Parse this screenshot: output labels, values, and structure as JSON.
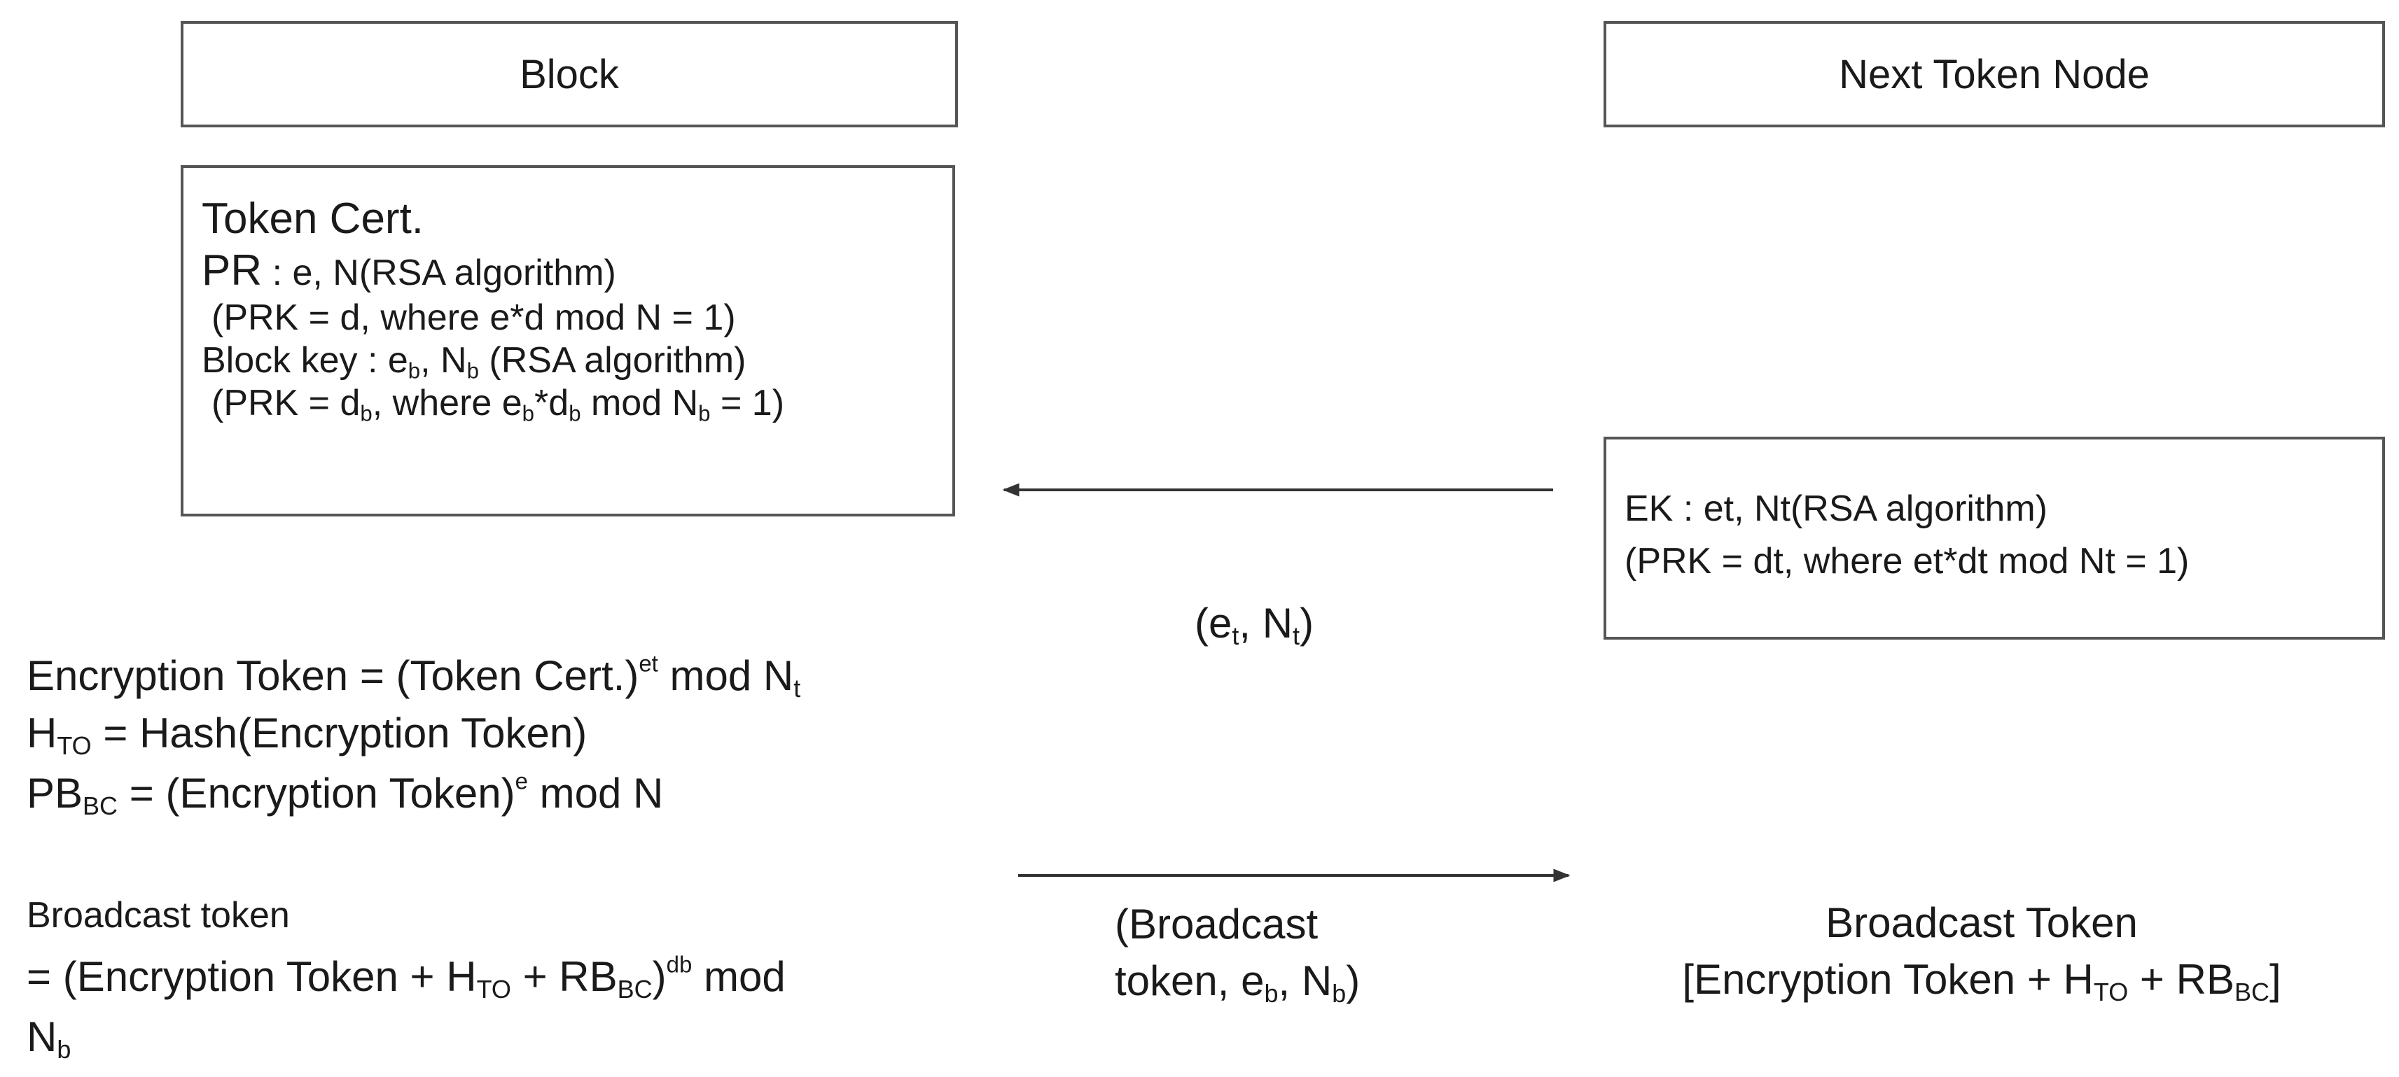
{
  "block_header": "Block",
  "next_node_header": "Next Token Node",
  "token_cert": {
    "title": "Token Cert.",
    "pr_label": "PR",
    "pr_value": " : e, N(RSA algorithm)",
    "prk_line": "(PRK = d, where e*d mod N = 1)",
    "block_key": {
      "prefix": "Block key : e",
      "e_sub": "b",
      "mid": ", N",
      "n_sub": "b",
      "suffix": " (RSA algorithm)"
    },
    "prk_block": {
      "prefix": "(PRK = d",
      "d_sub": "b",
      "mid1": ", where e",
      "e_sub": "b",
      "mid2": "*d",
      "d2_sub": "b",
      "mid3": " mod N",
      "n_sub": "b",
      "suffix": " = 1)"
    }
  },
  "ek_box": {
    "line1": "EK : et, Nt(RSA algorithm)",
    "line2": "(PRK = dt, where et*dt mod Nt = 1)"
  },
  "arrow_label_1": {
    "prefix": "(e",
    "e_sub": "t",
    "mid": ", N",
    "n_sub": "t",
    "suffix": ")"
  },
  "equations": {
    "enc_token": {
      "prefix": "Encryption Token =  (Token Cert.)",
      "sup": "et",
      "mid": " mod N",
      "sub": "t"
    },
    "hto": {
      "base": "H",
      "sub": "TO",
      "rest": " =  Hash(Encryption Token)"
    },
    "pbbc": {
      "base": "PB",
      "sub": "BC",
      "mid": " = (Encryption Token)",
      "sup": "e",
      "suffix": " mod N"
    }
  },
  "broadcast": {
    "label": "Broadcast token",
    "line2": {
      "prefix": "= (Encryption Token + H",
      "h_sub": "TO",
      "mid": " + RB",
      "rb_sub": "BC",
      "close": ")",
      "sup": "db",
      "suffix": " mod"
    },
    "line3": {
      "base": "N",
      "sub": "b"
    }
  },
  "arrow_label_2": {
    "line1": "(Broadcast",
    "line2_prefix": "token, e",
    "e_sub": "b",
    "line2_mid": ", N",
    "n_sub": "b",
    "line2_suffix": ")"
  },
  "broadcast_result": {
    "title": "Broadcast Token",
    "prefix": "[Encryption Token + H",
    "h_sub": "TO",
    "mid": " + RB",
    "rb_sub": "BC",
    "suffix": "]"
  },
  "colors": {
    "box_border": "#555555",
    "text": "#1a1a1a",
    "arrow": "#333333"
  }
}
